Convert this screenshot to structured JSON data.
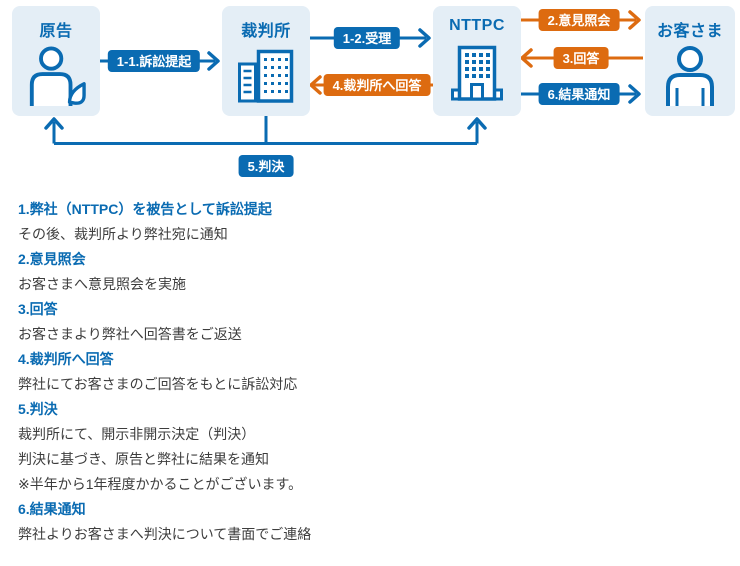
{
  "colors": {
    "blue": "#0a6bb2",
    "orange": "#dd6b10",
    "entity_box_bg": "#e4eef6",
    "body_text": "#3d3d3d",
    "label_text": "#ffffff"
  },
  "diagram": {
    "entities": [
      {
        "id": "plaintiff",
        "label": "原告",
        "icon": "person-raising-hand-icon"
      },
      {
        "id": "court",
        "label": "裁判所",
        "icon": "court-building-icon"
      },
      {
        "id": "nttpc",
        "label": "NTTPC",
        "icon": "office-building-icon"
      },
      {
        "id": "customer",
        "label": "お客さま",
        "icon": "person-icon"
      }
    ],
    "arrows": [
      {
        "id": "1-1",
        "label": "1-1.訴訟提起",
        "from": "原告",
        "to": "裁判所",
        "color": "blue",
        "direction": "right"
      },
      {
        "id": "1-2",
        "label": "1-2.受理",
        "from": "裁判所",
        "to": "NTTPC",
        "color": "blue",
        "direction": "right"
      },
      {
        "id": "2",
        "label": "2.意見照会",
        "from": "NTTPC",
        "to": "お客さま",
        "color": "orange",
        "direction": "right"
      },
      {
        "id": "3",
        "label": "3.回答",
        "from": "お客さま",
        "to": "NTTPC",
        "color": "orange",
        "direction": "left"
      },
      {
        "id": "4",
        "label": "4.裁判所へ回答",
        "from": "NTTPC",
        "to": "裁判所",
        "color": "orange",
        "direction": "left"
      },
      {
        "id": "5",
        "label": "5.判決",
        "from": "裁判所",
        "to": "原告・NTTPC",
        "color": "blue",
        "direction": "branch-up"
      },
      {
        "id": "6",
        "label": "6.結果通知",
        "from": "NTTPC",
        "to": "お客さま",
        "color": "blue",
        "direction": "right"
      }
    ]
  },
  "steps": [
    {
      "heading": "1.弊社（NTTPC）を被告として訴訟提起",
      "body": [
        "その後、裁判所より弊社宛に通知"
      ]
    },
    {
      "heading": "2.意見照会",
      "body": [
        "お客さまへ意見照会を実施"
      ]
    },
    {
      "heading": "3.回答",
      "body": [
        "お客さまより弊社へ回答書をご返送"
      ]
    },
    {
      "heading": "4.裁判所へ回答",
      "body": [
        "弊社にてお客さまのご回答をもとに訴訟対応"
      ]
    },
    {
      "heading": "5.判決",
      "body": [
        "裁判所にて、開示非開示決定（判決）",
        "判決に基づき、原告と弊社に結果を通知",
        "※半年から1年程度かかることがございます。"
      ]
    },
    {
      "heading": "6.結果通知",
      "body": [
        "弊社よりお客さまへ判決について書面でご連絡"
      ]
    }
  ]
}
